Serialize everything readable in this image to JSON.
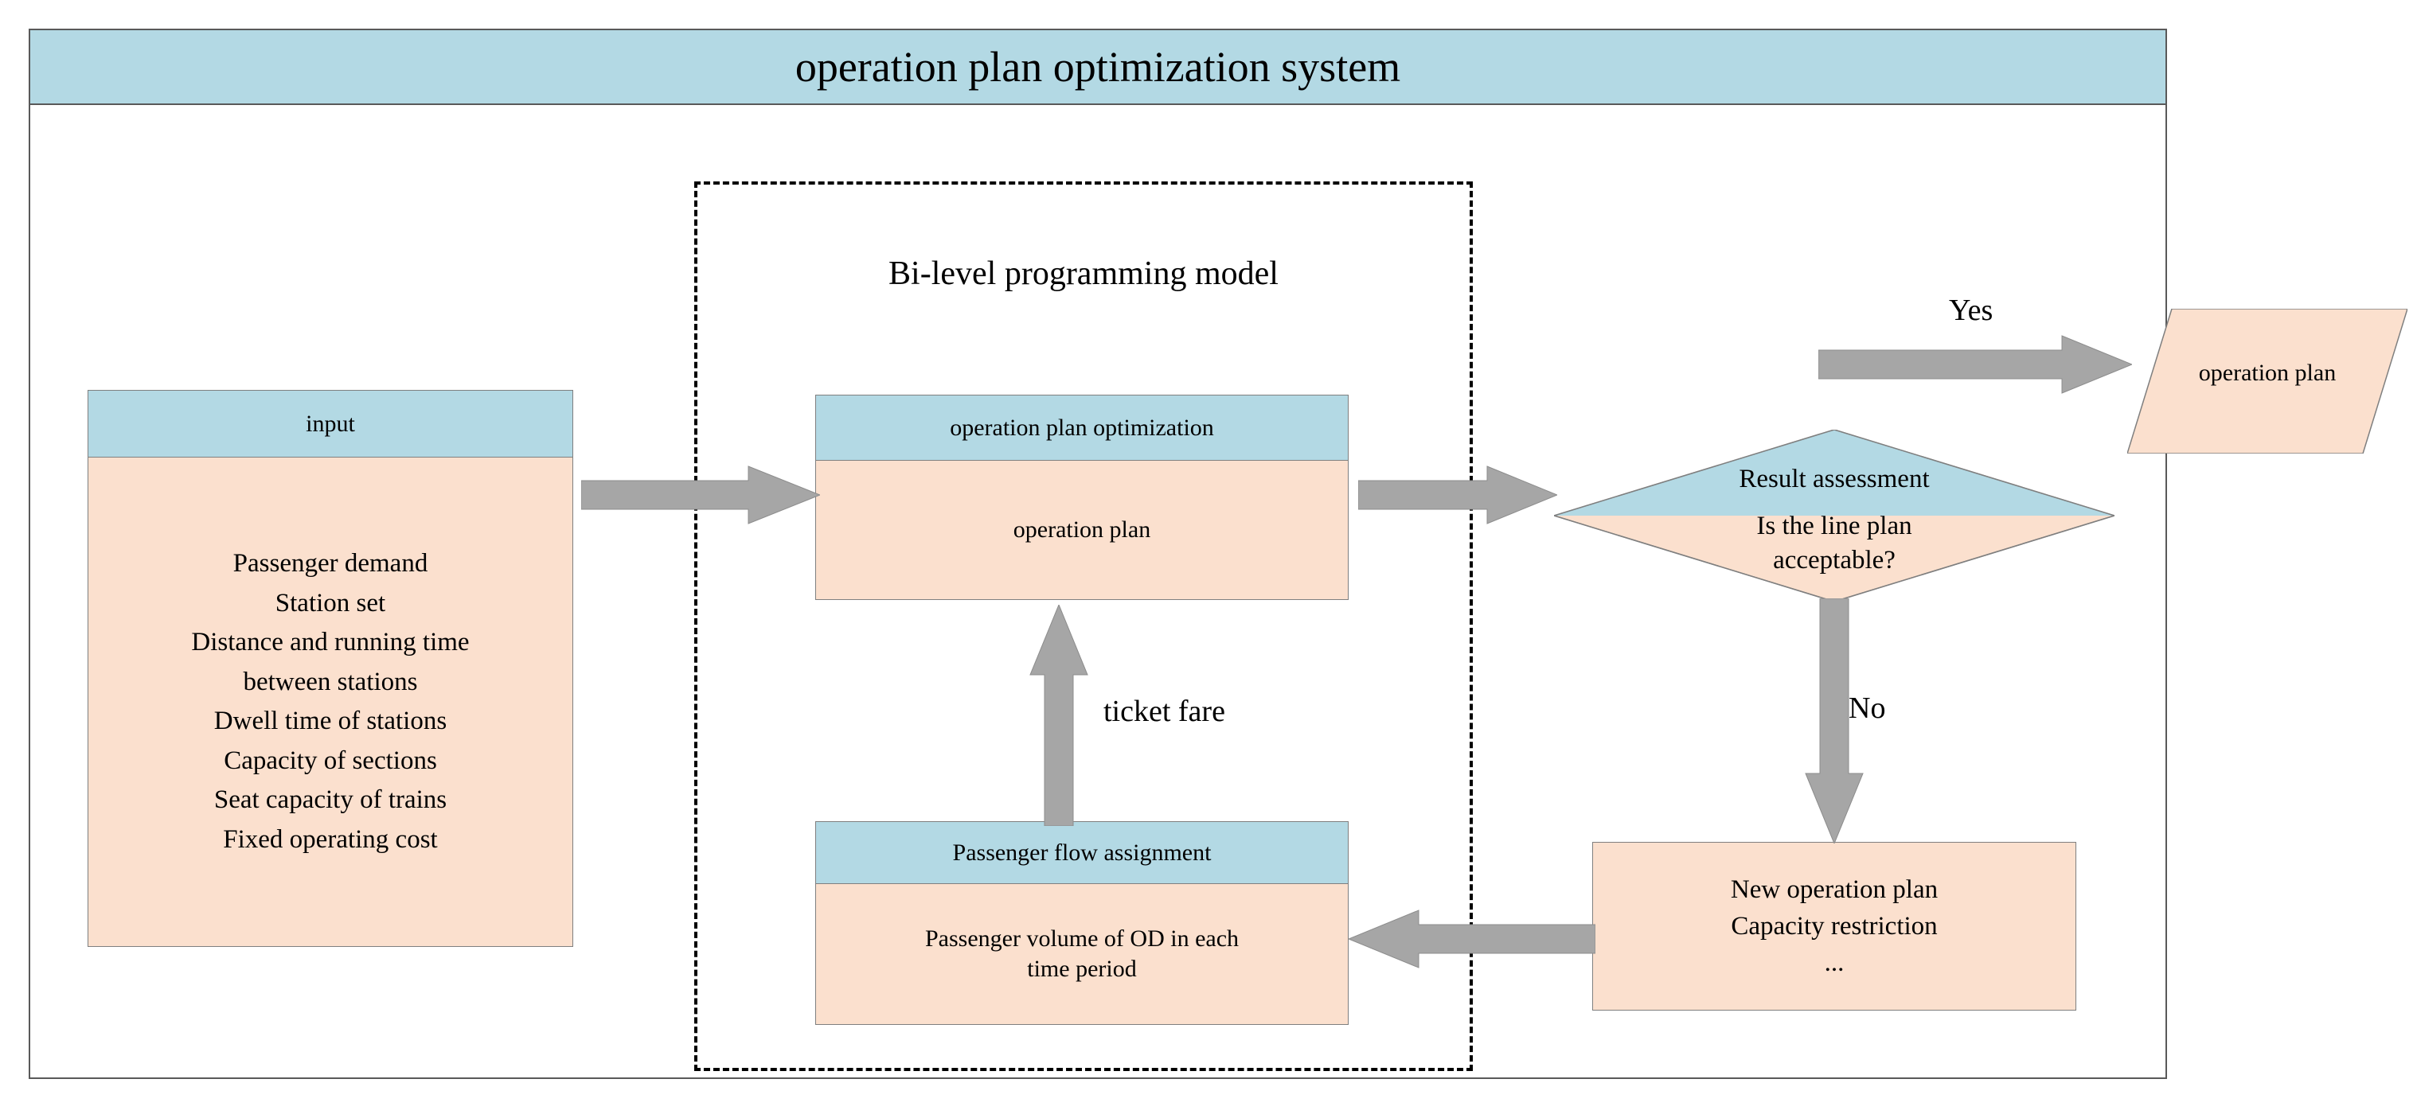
{
  "system": {
    "title": "operation plan optimization system"
  },
  "bilevel": {
    "label": "Bi-level programming model"
  },
  "input_box": {
    "header": "input",
    "body": "Passenger demand\nStation set\nDistance and running time\nbetween stations\nDwell time of stations\nCapacity of sections\nSeat capacity of trains\nFixed  operating cost"
  },
  "optimization_box": {
    "header": "operation plan optimization",
    "body": "operation plan"
  },
  "assignment_box": {
    "header": "Passenger flow assignment",
    "body": "Passenger volume of OD in each\ntime period"
  },
  "decision": {
    "title": "Result assessment",
    "question": "Is the line plan\nacceptable?"
  },
  "output_shape": {
    "label": "operation plan"
  },
  "new_plan_box": {
    "body": "New operation plan\nCapacity restriction\n..."
  },
  "labels": {
    "ticket_fare": "ticket fare",
    "yes": "Yes",
    "no": "No"
  },
  "colors": {
    "header_blue": "#b3d9e4",
    "body_peach": "#fbe0ce",
    "arrow_gray": "#a6a6a6",
    "border_gray": "#7f7f7f",
    "frame_gray": "#595959"
  }
}
